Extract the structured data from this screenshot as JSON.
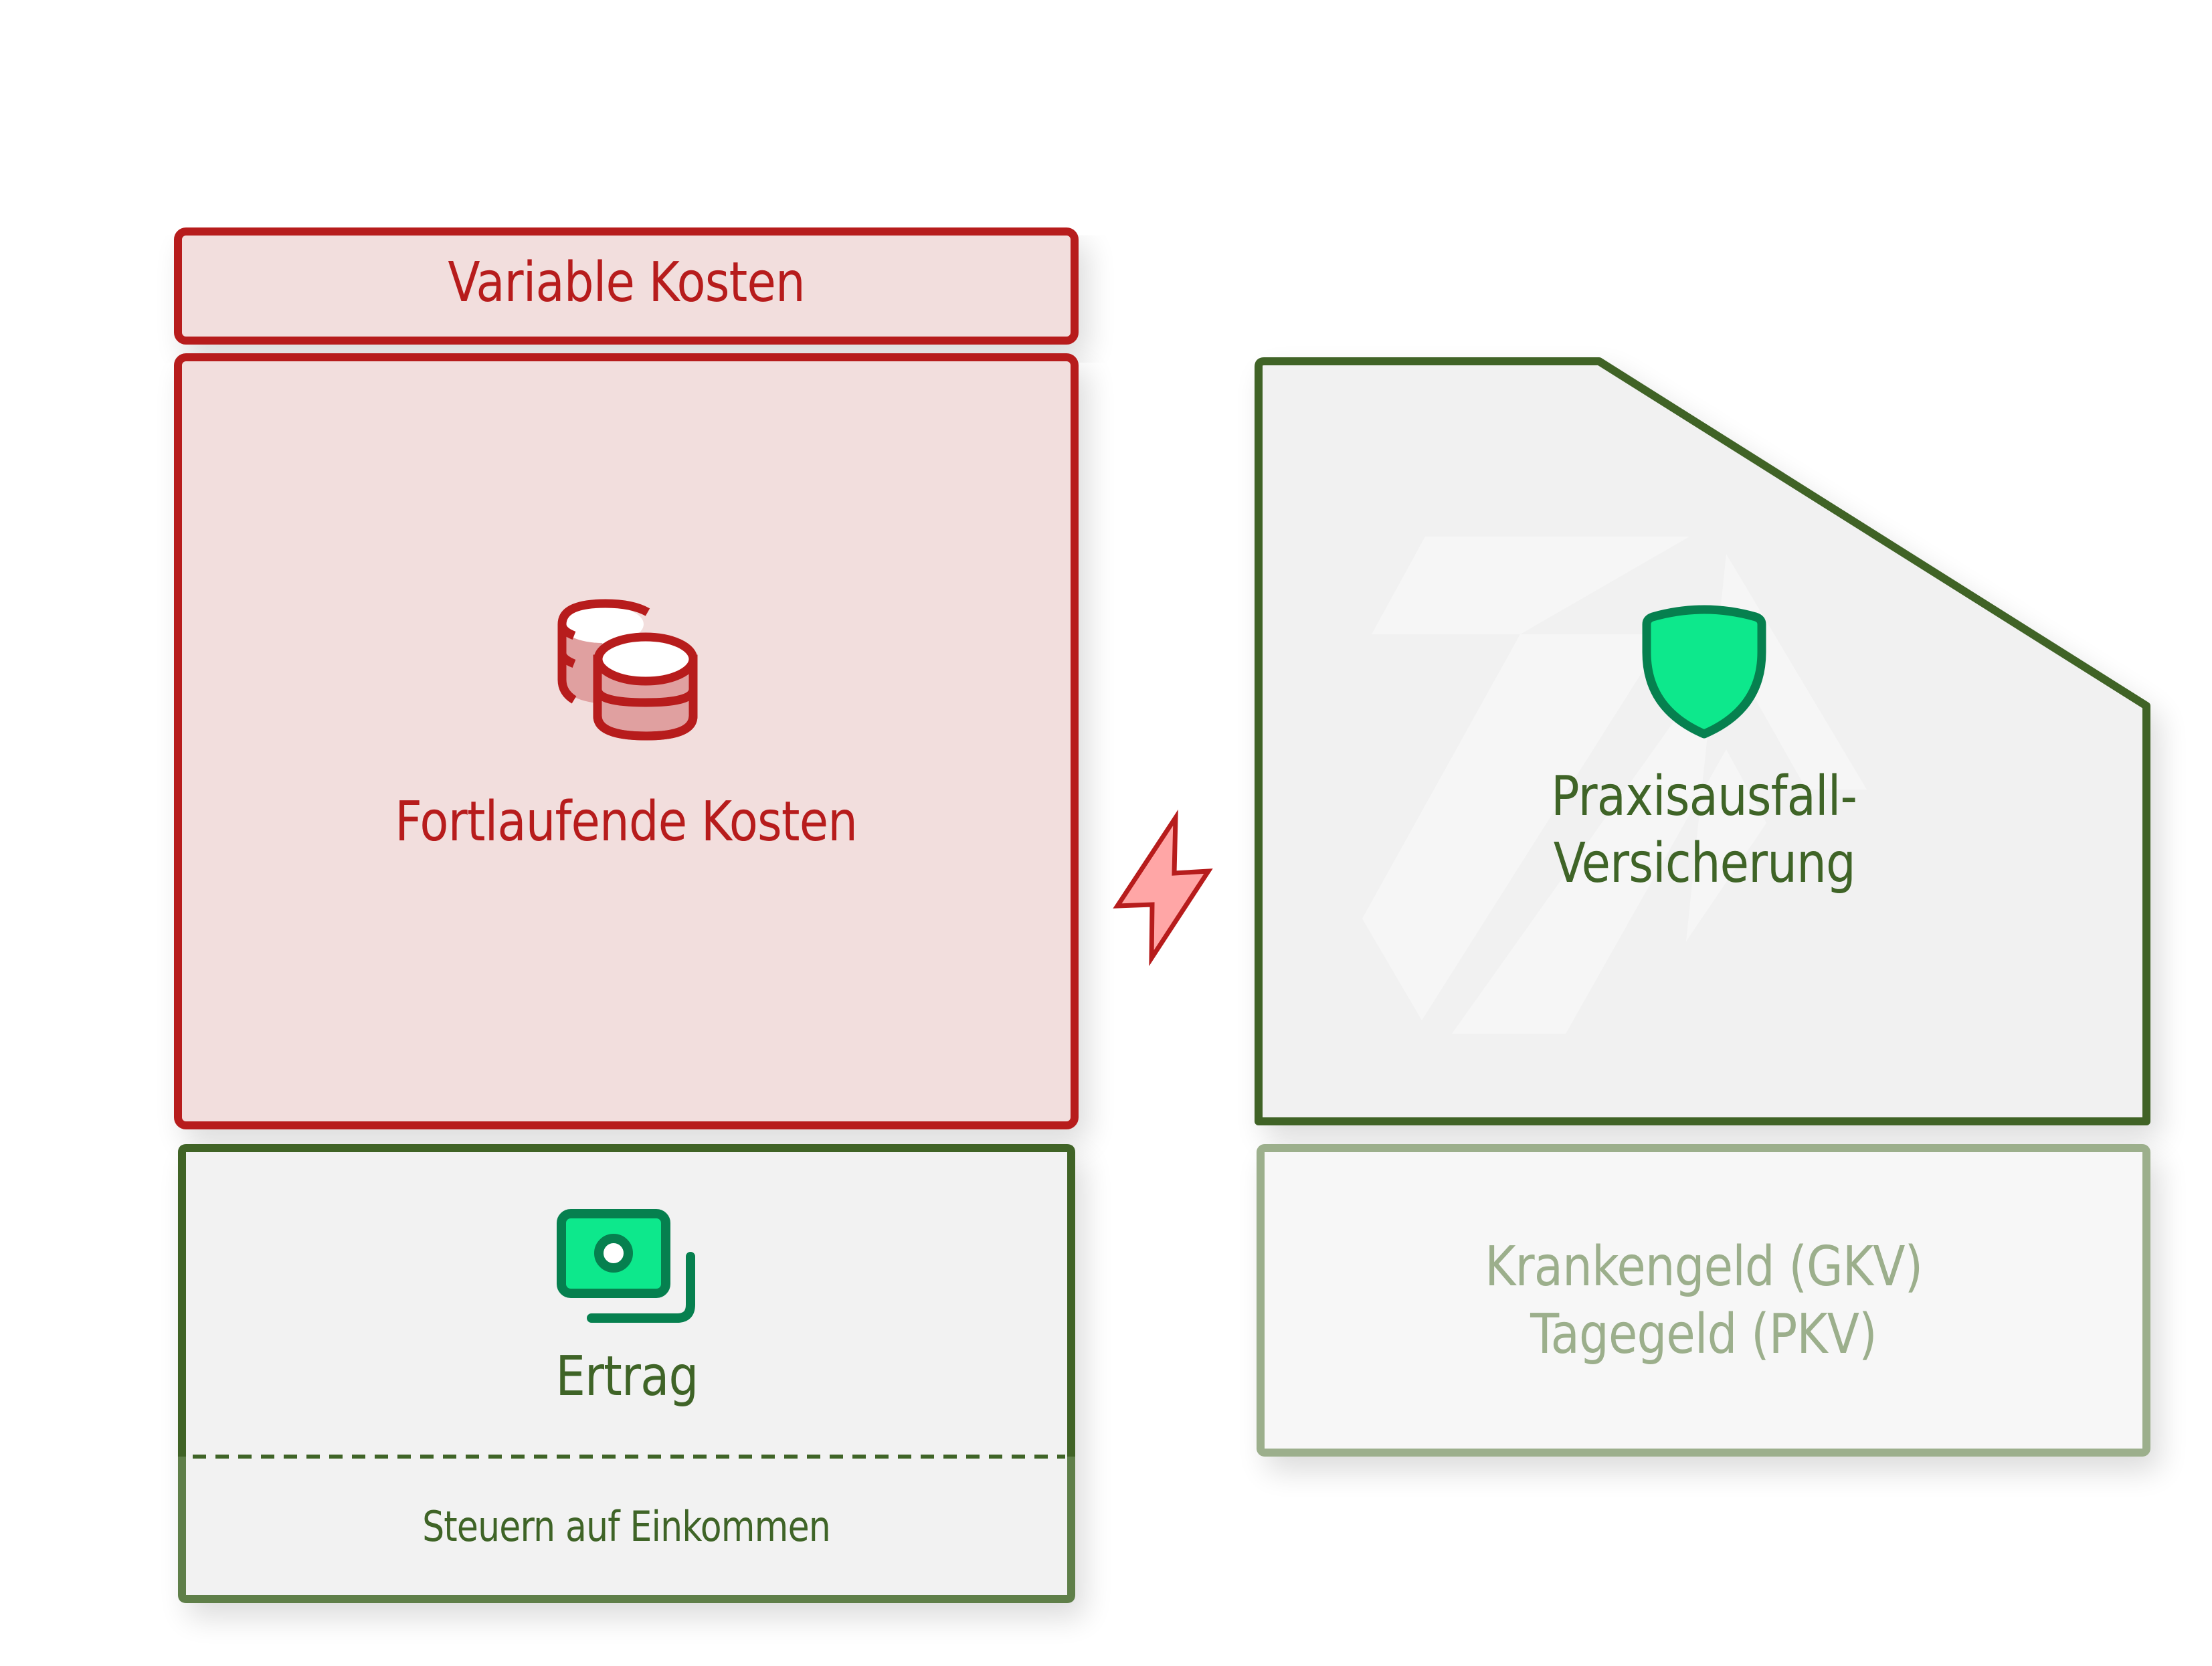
{
  "colors": {
    "cost_stroke": "#b71c1c",
    "cost_fill": "#f2dedd",
    "income_stroke": "#3f6427",
    "income_fill": "#f2f2f2",
    "tax_stroke": "#5f7f4a",
    "alt_stroke": "#9caf8c",
    "alt_fill": "#f7f7f7",
    "shield_fill": "#0de88c",
    "shield_stroke": "#06804f",
    "bolt_fill": "#ffa6a6"
  },
  "left_column": {
    "variable_costs": {
      "label": "Variable Kosten"
    },
    "running_costs": {
      "label": "Fortlaufende Kosten",
      "icon": "coins-icon"
    },
    "income": {
      "label": "Ertrag",
      "icon": "money-icon"
    },
    "taxes": {
      "label": "Steuern auf Einkommen"
    }
  },
  "connector": {
    "icon": "lightning-icon"
  },
  "right_column": {
    "insurance": {
      "line1": "Praxisausfall-",
      "line2": "Versicherung",
      "icon": "shield-icon"
    },
    "alternatives": {
      "line1": "Krankengeld (GKV)",
      "line2": "Tagegeld (PKV)"
    }
  }
}
